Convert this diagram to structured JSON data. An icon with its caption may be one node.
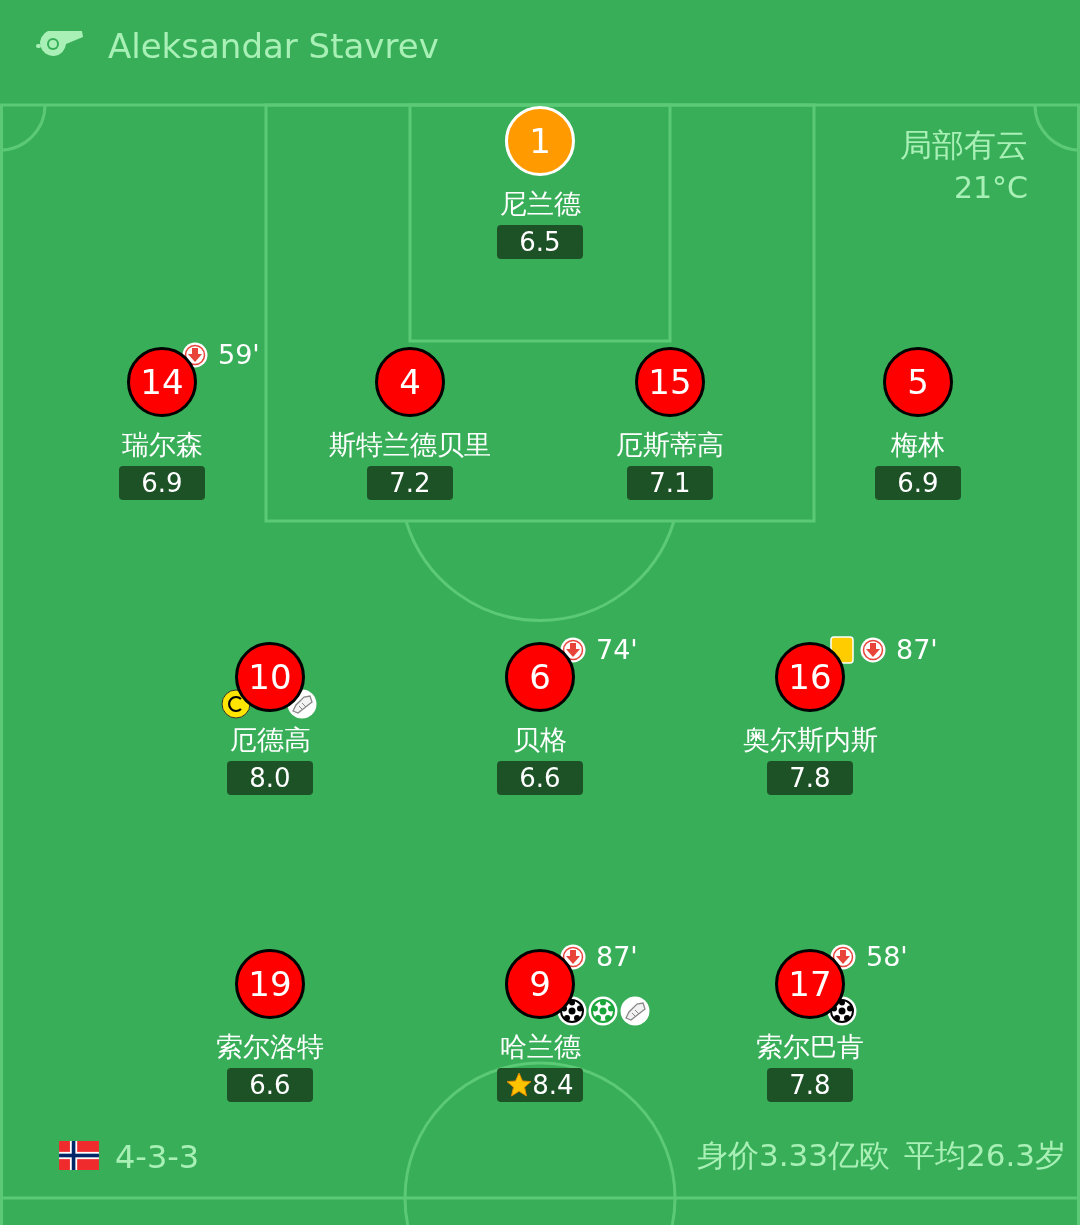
{
  "diagram": {
    "nodes": [
      {
        "text": [
          "1",
          "尼兰德",
          "6.5"
        ]
      },
      {
        "text": [
          "14",
          "瑞尔森",
          "6.9"
        ],
        "beside": [
          "59'"
        ]
      },
      {
        "text": [
          "4",
          "斯特兰德贝里",
          "7.2"
        ]
      },
      {
        "text": [
          "15",
          "厄斯蒂高",
          "7.1"
        ]
      },
      {
        "text": [
          "5",
          "梅林",
          "6.9"
        ]
      },
      {
        "text": [
          "10",
          "厄德高",
          "8.0"
        ]
      },
      {
        "text": [
          "6",
          "贝格",
          "6.6"
        ],
        "beside": [
          "74'"
        ]
      },
      {
        "text": [
          "16",
          "奥尔斯内斯",
          "7.8"
        ],
        "beside": [
          "87'"
        ]
      },
      {
        "text": [
          "19",
          "索尔洛特",
          "6.6"
        ]
      },
      {
        "text": [
          "9",
          "哈兰德",
          "8.4"
        ],
        "beside": [
          "87'"
        ]
      },
      {
        "text": [
          "17",
          "索尔巴肯",
          "7.8"
        ],
        "beside": [
          "58'"
        ]
      }
    ],
    "labels": [
      "Aleksandar Stavrev",
      "局部有云",
      "21°C",
      "4-3-3",
      "身价3.33亿欧",
      "平均26.3岁"
    ]
  }
}
